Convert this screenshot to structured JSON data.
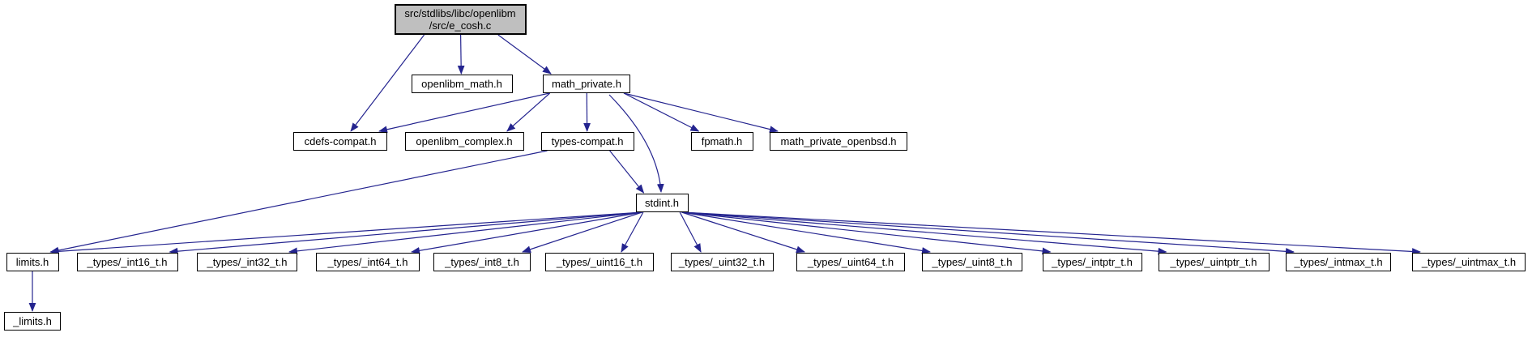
{
  "graph": {
    "background_color": "#ffffff",
    "edge_color": "#24248f",
    "node_fill": "#ffffff",
    "root_fill": "#bfbfbf",
    "node_border_color": "#000000",
    "text_color": "#000000",
    "nodes": [
      {
        "id": "e_cosh",
        "label": "src/stdlibs/libc/openlibm\n/src/e_cosh.c",
        "type": "root"
      },
      {
        "id": "openlibm_math",
        "label": "openlibm_math.h",
        "type": "header"
      },
      {
        "id": "math_private",
        "label": "math_private.h",
        "type": "header"
      },
      {
        "id": "cdefs_compat",
        "label": "cdefs-compat.h",
        "type": "header"
      },
      {
        "id": "openlibm_complex",
        "label": "openlibm_complex.h",
        "type": "header"
      },
      {
        "id": "types_compat",
        "label": "types-compat.h",
        "type": "header"
      },
      {
        "id": "fpmath",
        "label": "fpmath.h",
        "type": "header"
      },
      {
        "id": "math_private_openbsd",
        "label": "math_private_openbsd.h",
        "type": "header"
      },
      {
        "id": "stdint",
        "label": "stdint.h",
        "type": "header"
      },
      {
        "id": "limits",
        "label": "limits.h",
        "type": "header"
      },
      {
        "id": "int16",
        "label": "_types/_int16_t.h",
        "type": "header"
      },
      {
        "id": "int32",
        "label": "_types/_int32_t.h",
        "type": "header"
      },
      {
        "id": "int64",
        "label": "_types/_int64_t.h",
        "type": "header"
      },
      {
        "id": "int8",
        "label": "_types/_int8_t.h",
        "type": "header"
      },
      {
        "id": "uint16",
        "label": "_types/_uint16_t.h",
        "type": "header"
      },
      {
        "id": "uint32",
        "label": "_types/_uint32_t.h",
        "type": "header"
      },
      {
        "id": "uint64",
        "label": "_types/_uint64_t.h",
        "type": "header"
      },
      {
        "id": "uint8",
        "label": "_types/_uint8_t.h",
        "type": "header"
      },
      {
        "id": "intptr",
        "label": "_types/_intptr_t.h",
        "type": "header"
      },
      {
        "id": "uintptr",
        "label": "_types/_uintptr_t.h",
        "type": "header"
      },
      {
        "id": "intmax",
        "label": "_types/_intmax_t.h",
        "type": "header"
      },
      {
        "id": "uintmax",
        "label": "_types/_uintmax_t.h",
        "type": "header"
      },
      {
        "id": "limits_internal",
        "label": "_limits.h",
        "type": "header"
      }
    ],
    "edges": [
      [
        "e_cosh",
        "openlibm_math"
      ],
      [
        "e_cosh",
        "math_private"
      ],
      [
        "e_cosh",
        "cdefs_compat"
      ],
      [
        "math_private",
        "cdefs_compat"
      ],
      [
        "math_private",
        "openlibm_complex"
      ],
      [
        "math_private",
        "types_compat"
      ],
      [
        "math_private",
        "fpmath"
      ],
      [
        "math_private",
        "math_private_openbsd"
      ],
      [
        "math_private",
        "stdint"
      ],
      [
        "types_compat",
        "limits"
      ],
      [
        "types_compat",
        "stdint"
      ],
      [
        "stdint",
        "limits"
      ],
      [
        "stdint",
        "int16"
      ],
      [
        "stdint",
        "int32"
      ],
      [
        "stdint",
        "int64"
      ],
      [
        "stdint",
        "int8"
      ],
      [
        "stdint",
        "uint16"
      ],
      [
        "stdint",
        "uint32"
      ],
      [
        "stdint",
        "uint64"
      ],
      [
        "stdint",
        "uint8"
      ],
      [
        "stdint",
        "intptr"
      ],
      [
        "stdint",
        "uintptr"
      ],
      [
        "stdint",
        "intmax"
      ],
      [
        "stdint",
        "uintmax"
      ],
      [
        "limits",
        "limits_internal"
      ]
    ]
  }
}
